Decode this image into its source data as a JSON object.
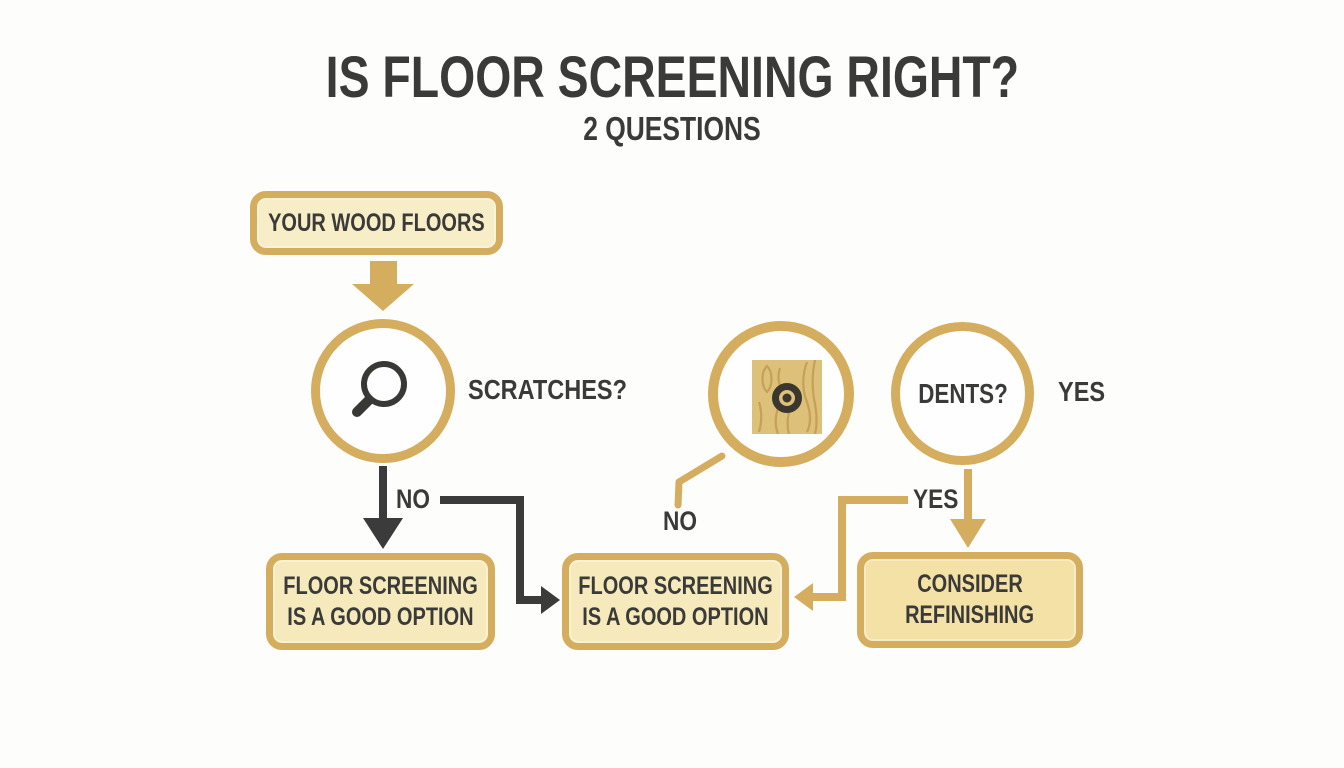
{
  "title": {
    "main": "IS FLOOR SCREENING RIGHT?",
    "subtitle": "2 QUESTIONS"
  },
  "flow": {
    "start_box_label": "YOUR WOOD FLOORS",
    "scratches_question_label": "SCRATCHES?",
    "dents_question_label": "DENTS?",
    "dents_side_label": "YES",
    "scratches_no_label": "NO",
    "wood_no_label": "NO",
    "dents_yes_label": "YES",
    "outcome_screening_1": {
      "line1": "FLOOR SCREENING",
      "line2": "IS A GOOD OPTION"
    },
    "outcome_screening_2": {
      "line1": "FLOOR SCREENING",
      "line2": "IS A GOOD OPTION"
    },
    "outcome_refinishing": {
      "line1": "CONSIDER",
      "line2": "REFINISHING"
    }
  },
  "icons": {
    "magnifier": "magnifier-icon",
    "wood_sample": "wood-grain-icon"
  },
  "colors": {
    "accent_gold": "#d4ae5e",
    "box_fill_cream": "#f6eabd",
    "box_fill_deep_cream": "#f3e1a6",
    "dark_line": "#3b3b3b",
    "wood_fill": "#ddc07a",
    "wood_grain": "#c5a155",
    "background": "#fdfdfc"
  }
}
